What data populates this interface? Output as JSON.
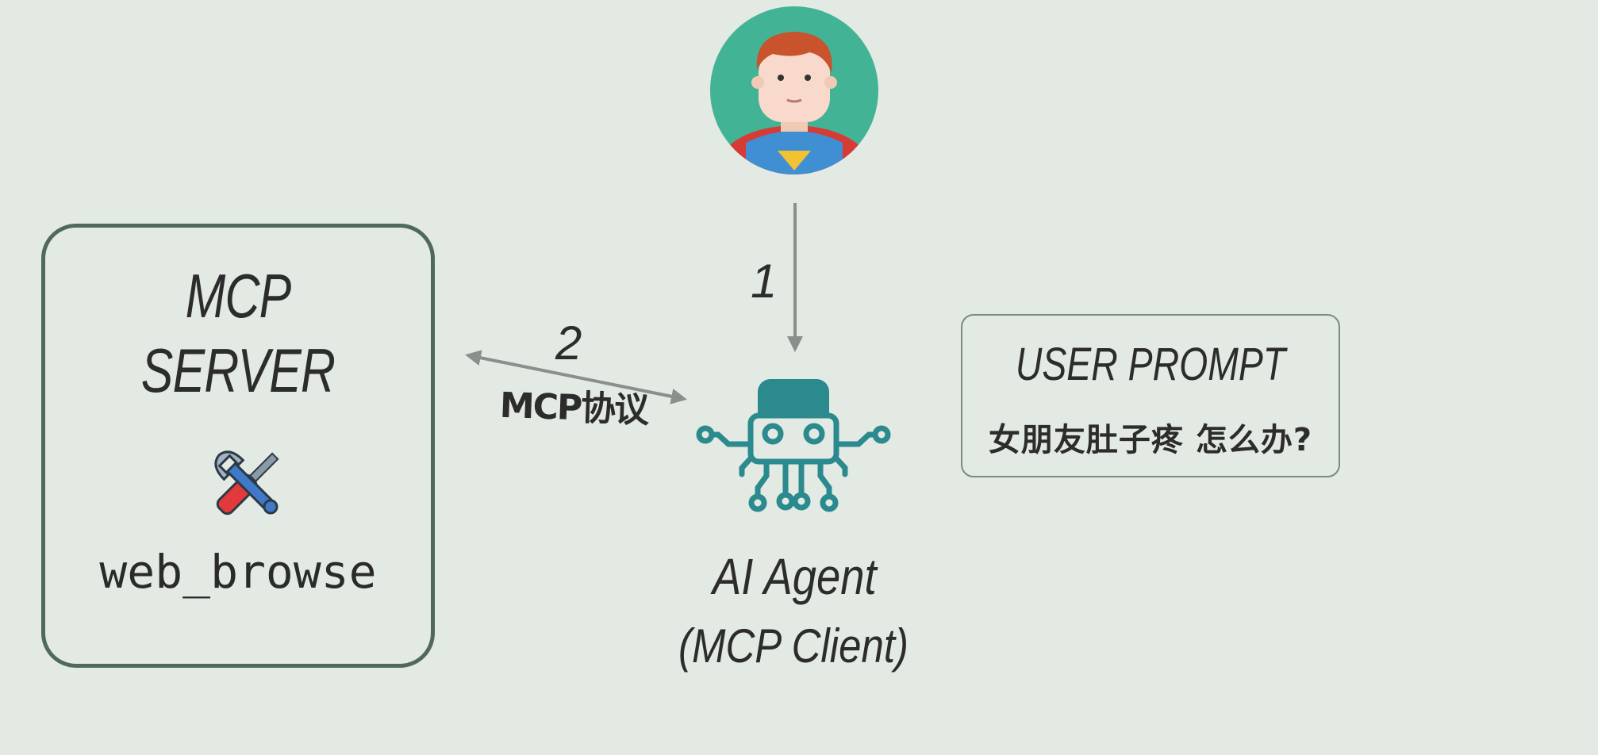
{
  "server": {
    "title_line1": "MCP",
    "title_line2": "SERVER",
    "tool_name": "web_browse",
    "tool_icon": "tools-icon"
  },
  "agent": {
    "name": "AI Agent",
    "role": "(MCP Client)",
    "icon": "octopus-agent-icon"
  },
  "user": {
    "icon": "superhero-avatar-icon"
  },
  "prompt": {
    "title": "USER PROMPT",
    "text": "女朋友肚子疼 怎么办?"
  },
  "steps": {
    "step1": "1",
    "step2": "2",
    "protocol": "MCP协议"
  },
  "colors": {
    "background": "#e3e9e3",
    "server_border": "#4f6a58",
    "agent_teal": "#2a8a8e",
    "arrow": "#8b8f8c",
    "avatar_bg": "#43b395"
  }
}
